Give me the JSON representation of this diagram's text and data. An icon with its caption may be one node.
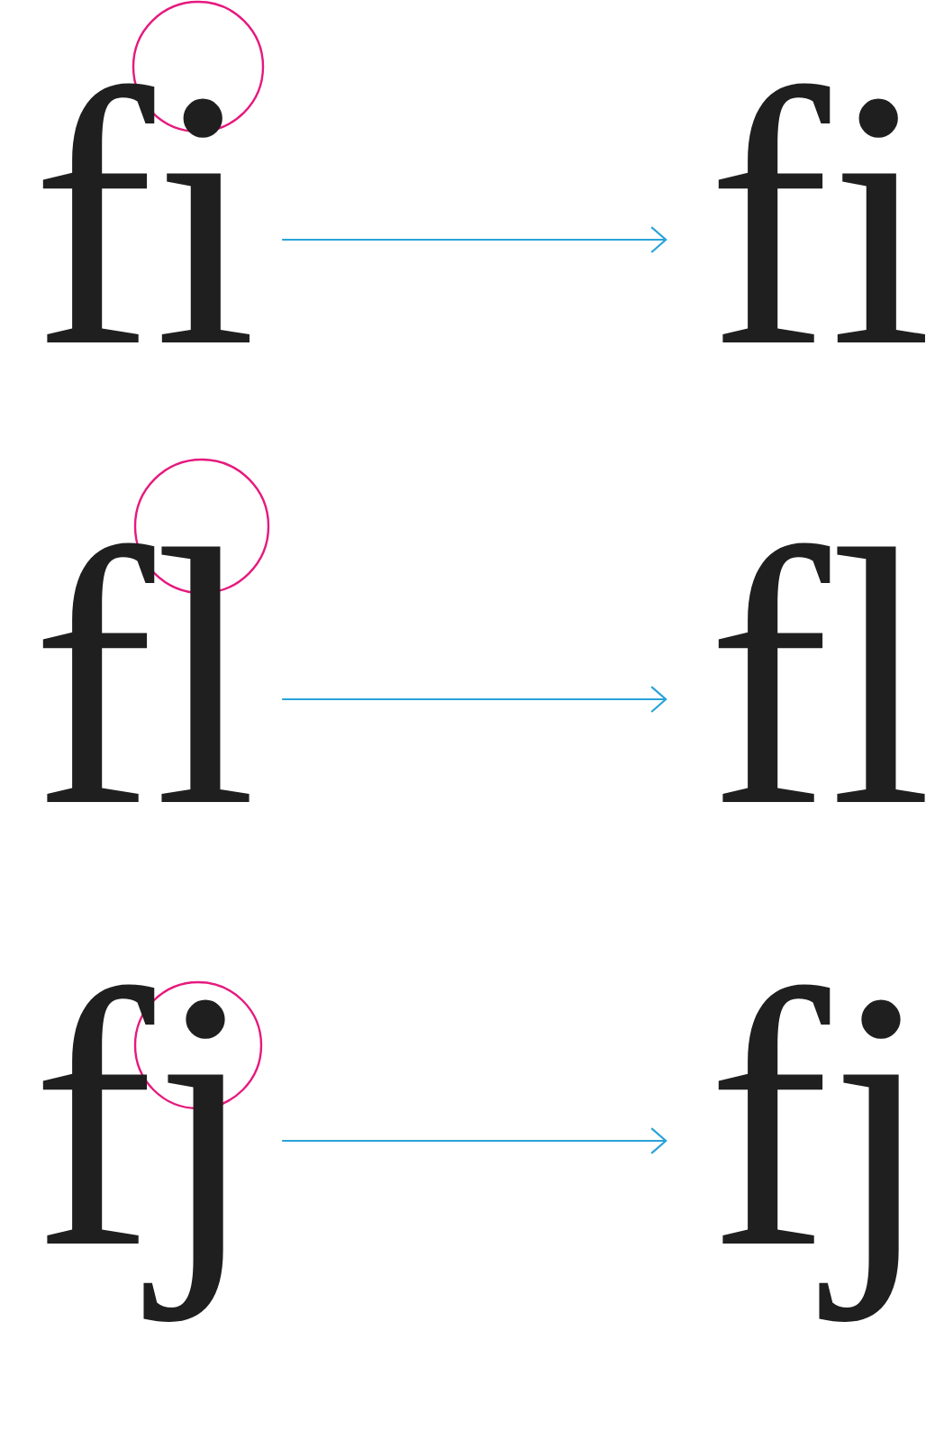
{
  "diagram": {
    "nodes": [
      {
        "text": [
          "fi"
        ]
      },
      {
        "text": [
          "fi"
        ]
      },
      {
        "text": [
          "fl"
        ]
      },
      {
        "text": [
          "fl"
        ]
      },
      {
        "text": [
          "fj"
        ]
      },
      {
        "text": [
          "fj"
        ]
      }
    ],
    "edges": [
      {
        "from": 0,
        "to": 1,
        "arrow": "to"
      },
      {
        "from": 2,
        "to": 3,
        "arrow": "to"
      },
      {
        "from": 4,
        "to": 5,
        "arrow": "to"
      }
    ]
  }
}
